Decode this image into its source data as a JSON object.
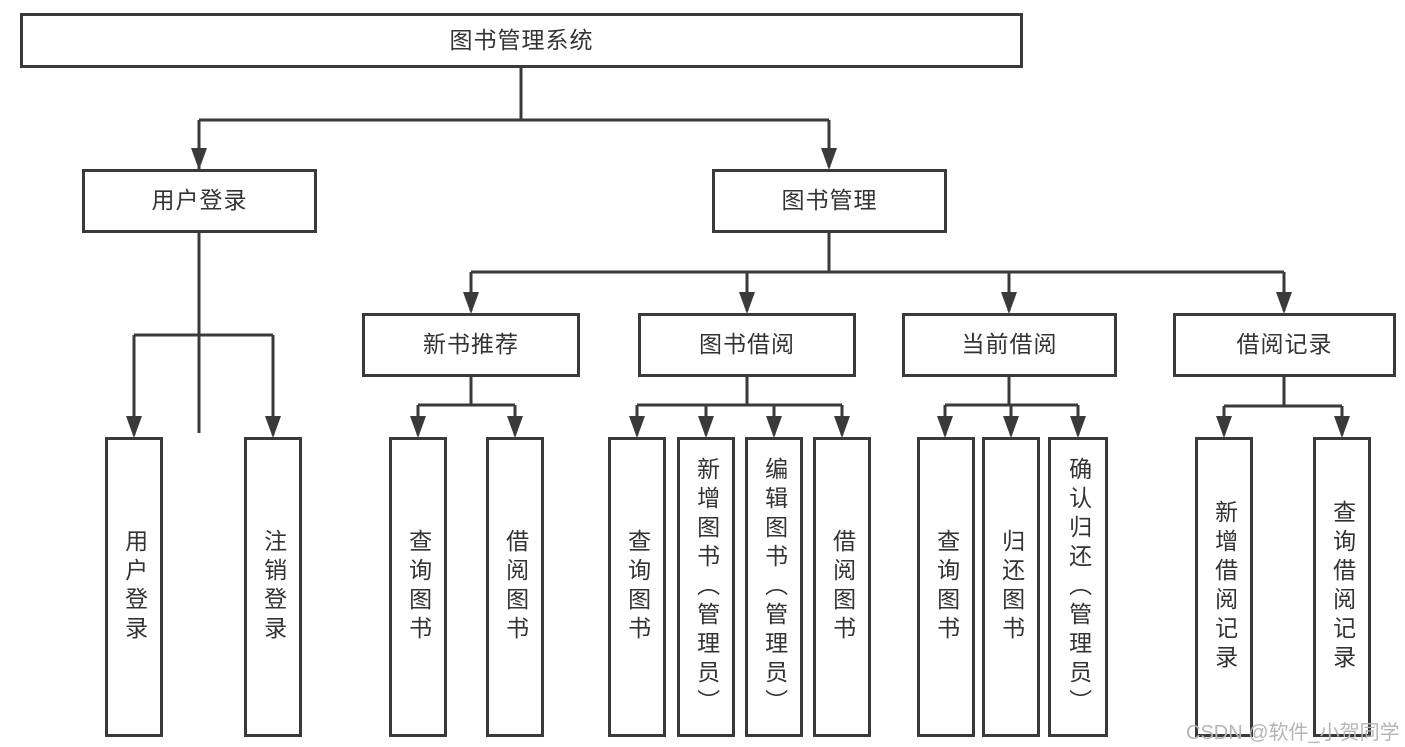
{
  "tree": {
    "label": "图书管理系统",
    "children": [
      {
        "label": "用户登录",
        "children": [
          {
            "label": "用户登录"
          },
          {
            "label": "注销登录"
          }
        ]
      },
      {
        "label": "图书管理",
        "children": [
          {
            "label": "新书推荐",
            "children": [
              {
                "label": "查询图书"
              },
              {
                "label": "借阅图书"
              }
            ]
          },
          {
            "label": "图书借阅",
            "children": [
              {
                "label": "查询图书"
              },
              {
                "label": "新增图书（管理员）"
              },
              {
                "label": "编辑图书（管理员）"
              },
              {
                "label": "借阅图书"
              }
            ]
          },
          {
            "label": "当前借阅",
            "children": [
              {
                "label": "查询图书"
              },
              {
                "label": "归还图书"
              },
              {
                "label": "确认归还（管理员）"
              }
            ]
          },
          {
            "label": "借阅记录",
            "children": [
              {
                "label": "新增借阅记录"
              },
              {
                "label": "查询借阅记录"
              }
            ]
          }
        ]
      }
    ]
  },
  "watermark": {
    "text": "CSDN @软件_小贺同学"
  },
  "colors": {
    "line": "#3a3a3a",
    "text": "#333333",
    "watermark": "#b5b5b5",
    "background": "#ffffff"
  }
}
